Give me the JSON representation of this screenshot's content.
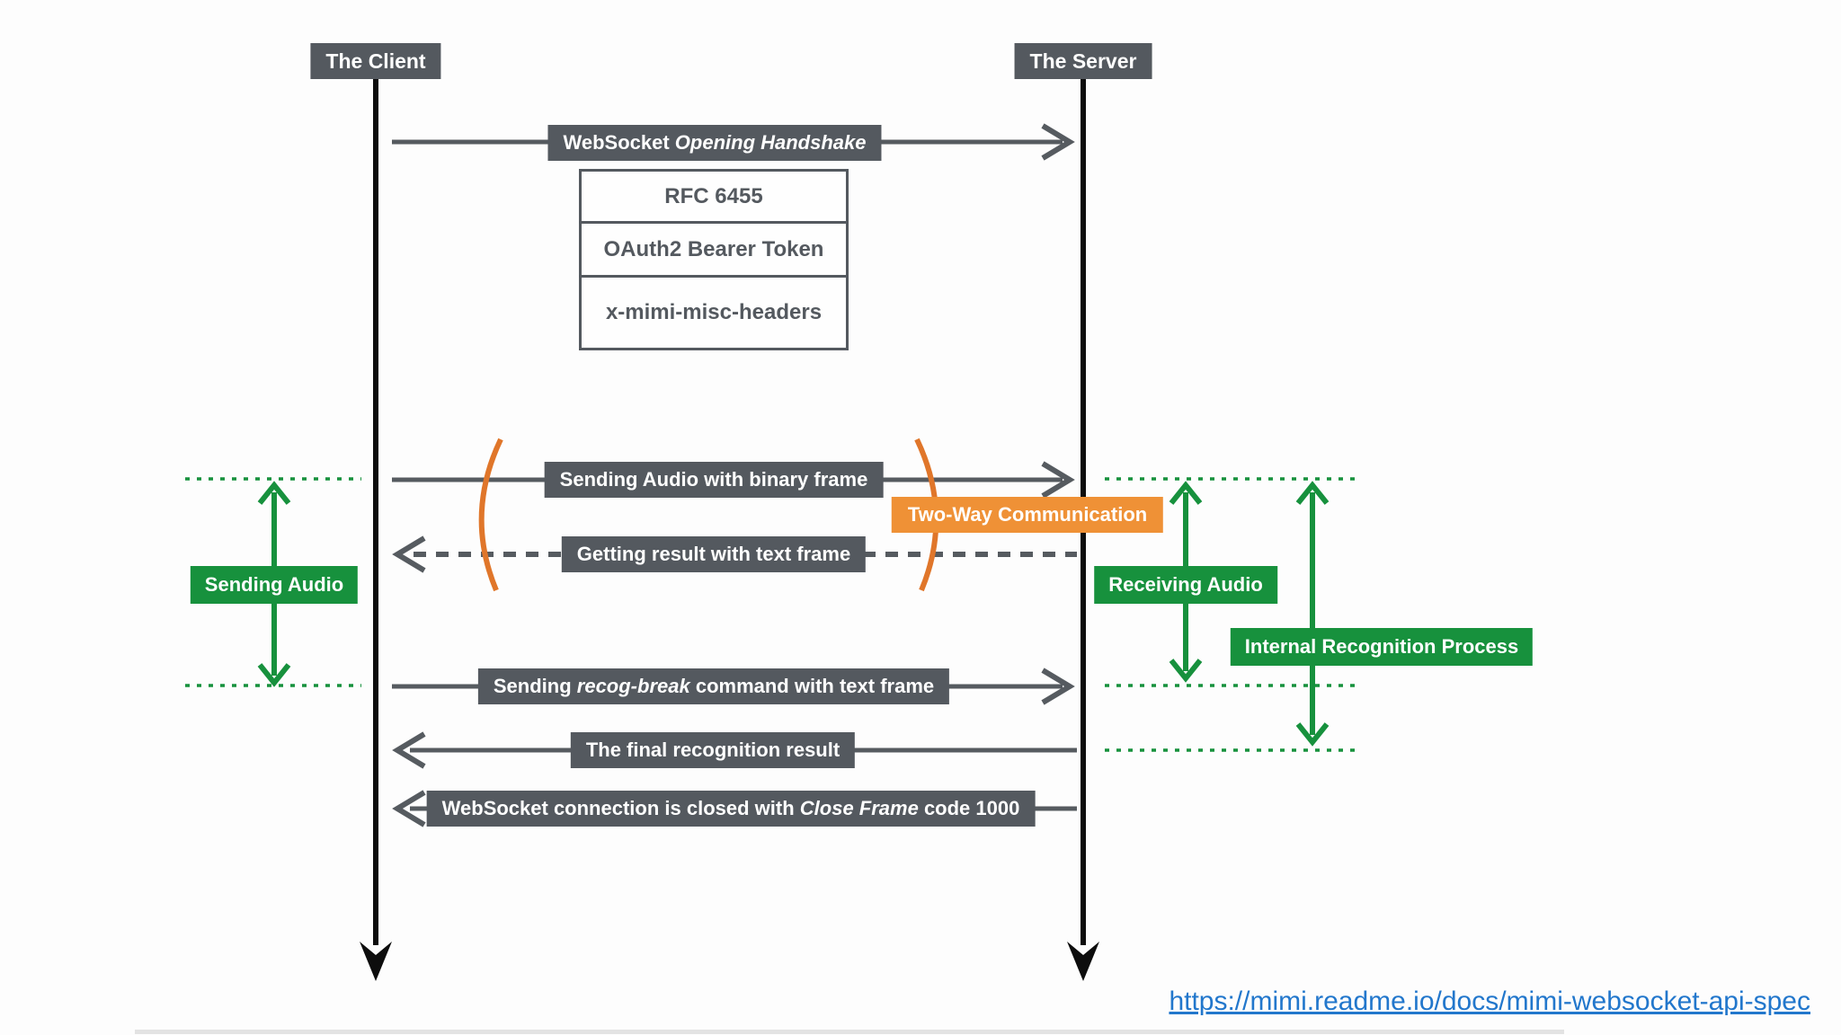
{
  "diagram": {
    "actors": {
      "client": "The Client",
      "server": "The Server"
    },
    "handshake_details": {
      "rows": [
        "RFC 6455",
        "OAuth2 Bearer Token",
        "x-mimi-misc-headers"
      ]
    },
    "messages": [
      {
        "parts": [
          "WebSocket ",
          "Opening Handshake",
          ""
        ],
        "direction": "client-to-server",
        "line": "solid"
      },
      {
        "parts": [
          "Sending Audio with binary frame",
          "",
          ""
        ],
        "direction": "client-to-server",
        "line": "solid"
      },
      {
        "parts": [
          "Getting result with text frame",
          "",
          ""
        ],
        "direction": "server-to-client",
        "line": "dashed"
      },
      {
        "parts": [
          "Sending ",
          "recog-break",
          " command with text frame"
        ],
        "direction": "client-to-server",
        "line": "solid"
      },
      {
        "parts": [
          "The final recognition result",
          "",
          ""
        ],
        "direction": "server-to-client",
        "line": "solid"
      },
      {
        "parts": [
          "WebSocket connection is closed with ",
          "Close Frame",
          " code 1000"
        ],
        "direction": "server-to-client",
        "line": "solid"
      }
    ],
    "badges": {
      "two_way": "Two-Way Communication",
      "sending_audio": "Sending Audio",
      "receiving_audio": "Receiving Audio",
      "internal_recognition": "Internal Recognition Process"
    },
    "footer_link": "https://mimi.readme.io/docs/mimi-websocket-api-spec",
    "colors": {
      "label_bg": "#54595f",
      "green": "#17913d",
      "orange": "#ef9136",
      "arc_orange": "#e0762a",
      "arrow_gray": "#565b60",
      "link_blue": "#2277cc",
      "lifeline_black": "#0d0d0d"
    }
  }
}
